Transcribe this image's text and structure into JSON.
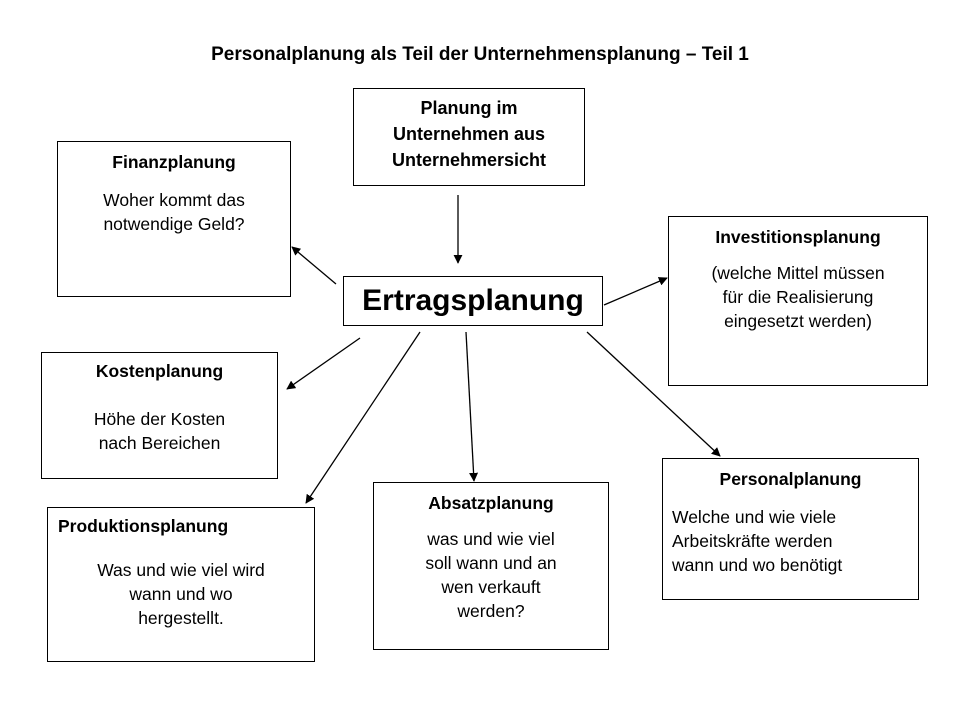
{
  "title": "Personalplanung als Teil der Unternehmensplanung – Teil 1",
  "main": "Ertragsplanung",
  "top": {
    "line1": "Planung im",
    "line2": "Unternehmen aus",
    "line3": "Unternehmersicht"
  },
  "finanz": {
    "head": "Finanzplanung",
    "line1": "Woher kommt das",
    "line2": "notwendige Geld?"
  },
  "invest": {
    "head": "Investitionsplanung",
    "line1": "(welche Mittel müssen",
    "line2": "für die Realisierung",
    "line3": "eingesetzt werden)"
  },
  "kosten": {
    "head": "Kostenplanung",
    "line1": "Höhe der Kosten",
    "line2": "nach Bereichen"
  },
  "produktion": {
    "head": "Produktionsplanung",
    "line1": "Was und wie viel wird",
    "line2": "wann und wo",
    "line3": "hergestellt."
  },
  "absatz": {
    "head": "Absatzplanung",
    "line1": "was und wie viel",
    "line2": "soll wann und an",
    "line3": "wen verkauft",
    "line4": "werden?"
  },
  "personal": {
    "head": "Personalplanung",
    "line1": "Welche und wie viele",
    "line2": "Arbeitskräfte werden",
    "line3": "wann und wo benötigt"
  }
}
